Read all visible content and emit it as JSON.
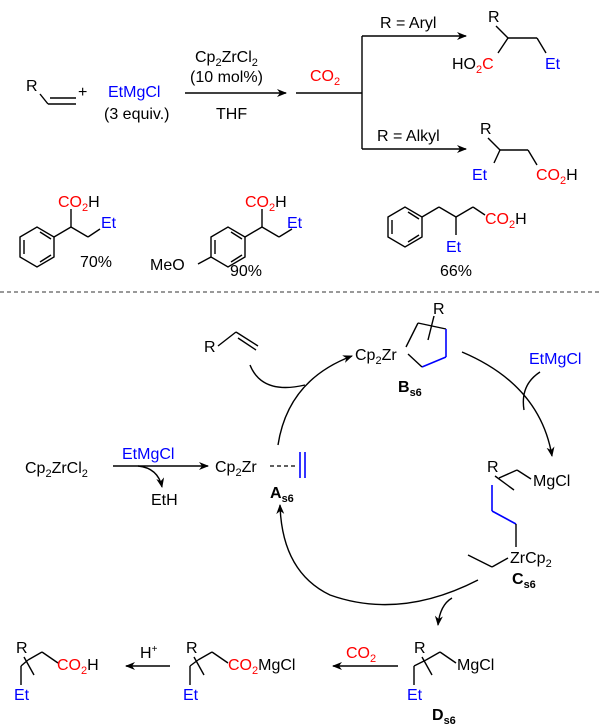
{
  "top_scheme": {
    "reactant_R": "R",
    "plus": "+",
    "grignard": "EtMgCl",
    "grignard_equiv": "(3 equiv.)",
    "catalyst": "Cp",
    "catalyst_sub1": "2",
    "catalyst_mid": "ZrCl",
    "catalyst_sub2": "2",
    "catalyst_loading": "(10 mol%)",
    "solvent": "THF",
    "co2": "CO",
    "co2_sub": "2",
    "branch_aryl": "R = Aryl",
    "branch_alkyl": "R = Alkyl",
    "aryl_product": {
      "R": "R",
      "acid_H": "HO",
      "acid_sub": "2",
      "acid_C": "C",
      "et": "Et"
    },
    "alkyl_product": {
      "R": "R",
      "et": "Et",
      "acid": "CO",
      "acid_sub": "2",
      "acid_H": "H"
    }
  },
  "examples": [
    {
      "yield": "70%",
      "acid": "CO",
      "acid_sub": "2",
      "acid_H": "H",
      "et": "Et"
    },
    {
      "yield": "90%",
      "acid": "CO",
      "acid_sub": "2",
      "acid_H": "H",
      "et": "Et",
      "substituent": "MeO"
    },
    {
      "yield": "66%",
      "acid": "CO",
      "acid_sub": "2",
      "acid_H": "H",
      "et": "Et"
    }
  ],
  "cycle": {
    "precatalyst": {
      "a": "Cp",
      "s1": "2",
      "b": "ZrCl",
      "s2": "2"
    },
    "activation_reagent": "EtMgCl",
    "byproduct": "EtH",
    "A": {
      "a": "Cp",
      "s": "2",
      "b": "Zr",
      "label": "A",
      "label_sub": "s6"
    },
    "alkene_R": "R",
    "B": {
      "a": "Cp",
      "s": "2",
      "b": "Zr",
      "R": "R",
      "label": "B",
      "label_sub": "s6"
    },
    "B_reagent": "EtMgCl",
    "C": {
      "R": "R",
      "mg": "MgCl",
      "zr": "ZrCp",
      "zr_sub": "2",
      "label": "C",
      "label_sub": "s6"
    },
    "D": {
      "R": "R",
      "mg": "MgCl",
      "et": "Et",
      "label": "D",
      "label_sub": "s6"
    },
    "carboxylation_reagent": "CO",
    "carboxylation_sub": "2",
    "carboxylate": {
      "R": "R",
      "acid": "CO",
      "acid_sub": "2",
      "mg": "MgCl",
      "et": "Et"
    },
    "acid_reagent": "H",
    "acid_reagent_sup": "+",
    "product": {
      "R": "R",
      "acid": "CO",
      "acid_sub": "2",
      "acid_H": "H",
      "et": "Et"
    }
  }
}
